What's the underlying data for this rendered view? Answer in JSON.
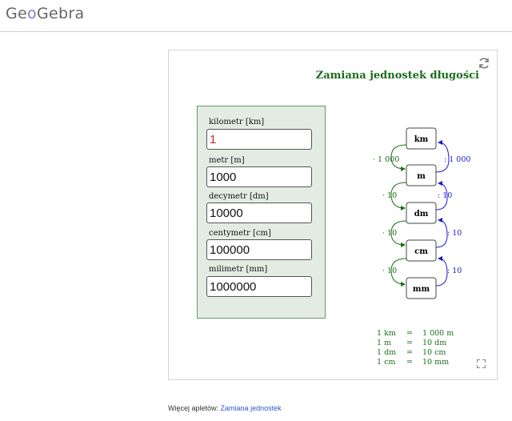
{
  "header": {
    "logo_pre": "Ge",
    "logo_o": "o",
    "logo_post": "Gebra"
  },
  "applet": {
    "title": "Zamiana jednostek długości",
    "fields": [
      {
        "label": "kilometr [km]",
        "value": "1"
      },
      {
        "label": "metr [m]",
        "value": "1000"
      },
      {
        "label": "decymetr [dm]",
        "value": "10000"
      },
      {
        "label": "centymetr [cm]",
        "value": "100000"
      },
      {
        "label": "milimetr [mm]",
        "value": "1000000"
      }
    ],
    "units": [
      "km",
      "m",
      "dm",
      "cm",
      "mm"
    ],
    "multipliers": [
      "· 1 000",
      "· 10",
      "· 10",
      "· 10"
    ],
    "divisors": [
      ": 1 000",
      ": 10",
      ": 10",
      ": 10"
    ],
    "equivalences": [
      {
        "left": "1 km",
        "eq": "=",
        "right": "1 000 m"
      },
      {
        "left": "1 m",
        "eq": "=",
        "right": "10 dm"
      },
      {
        "left": "1 dm",
        "eq": "=",
        "right": "10 cm"
      },
      {
        "left": "1 cm",
        "eq": "=",
        "right": "10 mm"
      }
    ],
    "colors": {
      "green": "#1a6e1a",
      "blue": "#1a1ad0",
      "panel": "#e3ece3"
    }
  },
  "footer": {
    "prefix": "Więcej apletów:",
    "link": "Zamiana jednostek"
  }
}
